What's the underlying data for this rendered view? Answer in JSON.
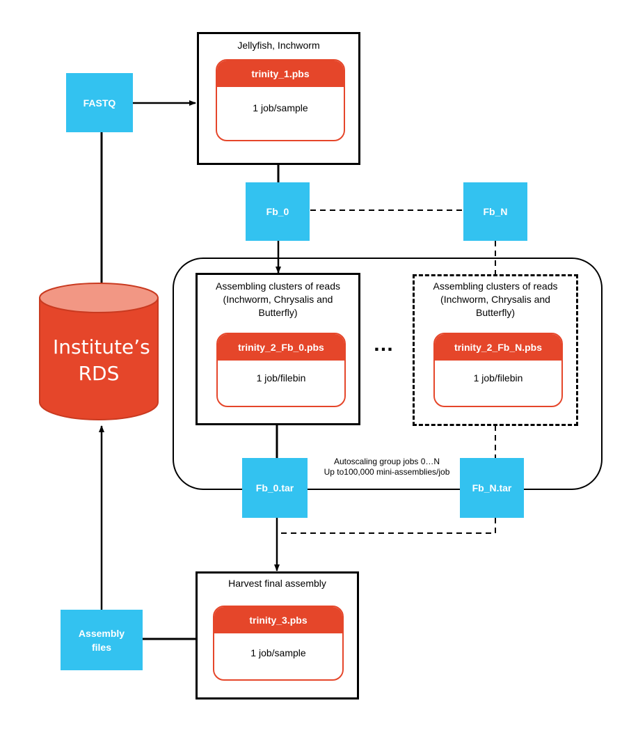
{
  "storage": {
    "rds_label": "Institute’s RDS"
  },
  "files": {
    "fastq": "FASTQ",
    "fb_0": "Fb_0",
    "fb_n": "Fb_N",
    "fb_0_tar": "Fb_0.tar",
    "fb_n_tar": "Fb_N.tar",
    "assembly_files": "Assembly files"
  },
  "stage1": {
    "title": "Jellyfish, Inchworm",
    "job_name": "trinity_1.pbs",
    "job_desc": "1 job/sample"
  },
  "stage2": {
    "caption_line1": "Autoscaling group jobs 0…N",
    "caption_line2": "Up to100,000 mini-assemblies/job",
    "ellipsis": "…",
    "first": {
      "title": "Assembling clusters of reads (Inchworm, Chrysalis and Butterfly)",
      "job_name": "trinity_2_Fb_0.pbs",
      "job_desc": "1 job/filebin"
    },
    "last": {
      "title": "Assembling clusters of reads (Inchworm, Chrysalis and Butterfly)",
      "job_name": "trinity_2_Fb_N.pbs",
      "job_desc": "1 job/filebin"
    }
  },
  "stage3": {
    "title": "Harvest final assembly",
    "job_name": "trinity_3.pbs",
    "job_desc": "1 job/sample"
  },
  "colors": {
    "file_node": "#33c2f0",
    "job_accent": "#e5462a",
    "storage_body": "#e5462a",
    "storage_top": "#f29784"
  }
}
